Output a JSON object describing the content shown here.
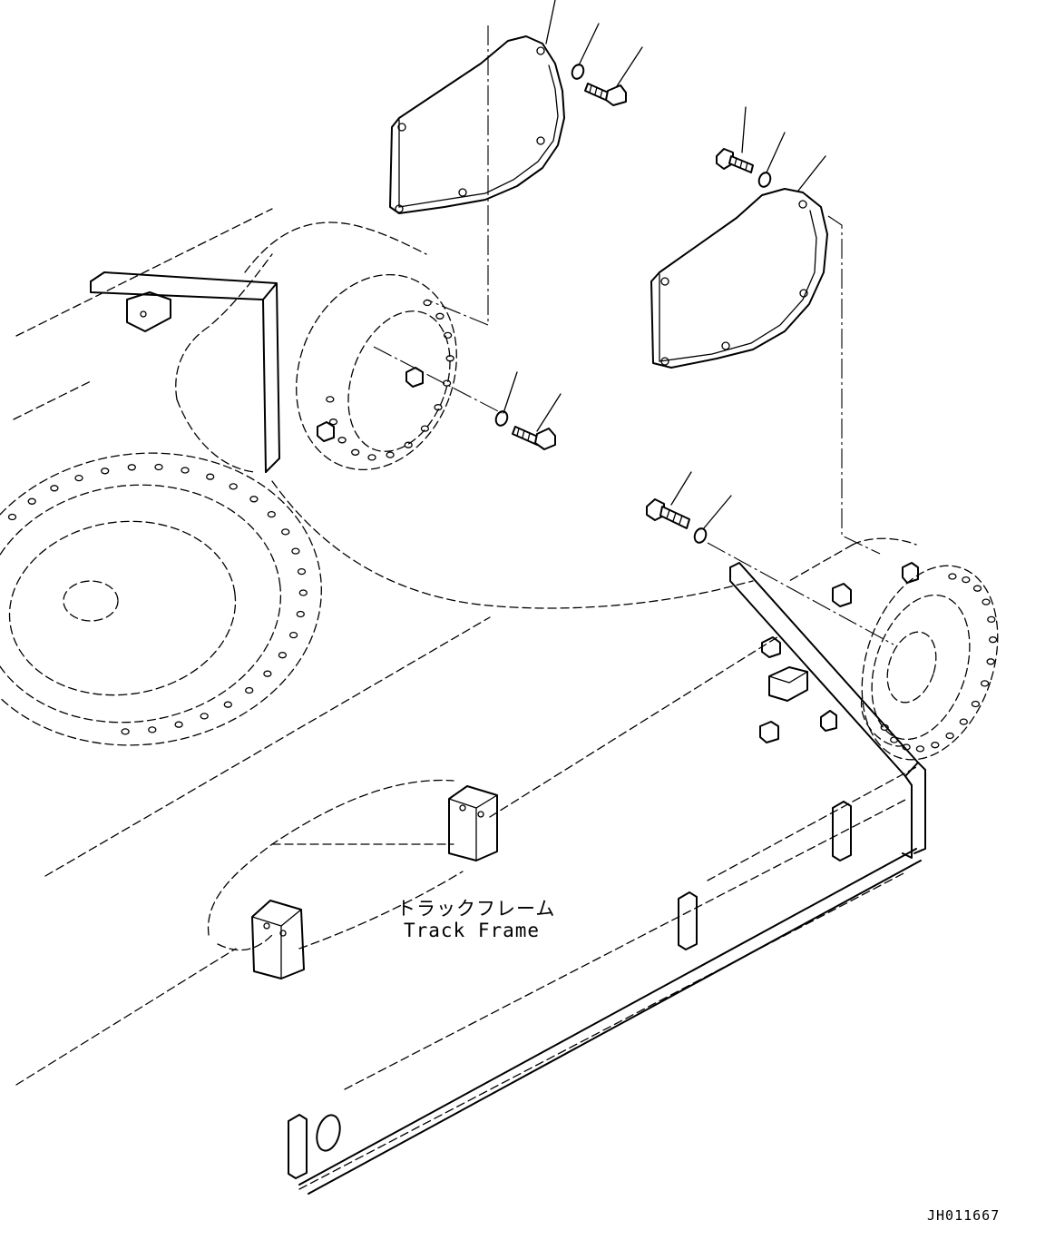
{
  "labels": {
    "frame_name_jp": "トラックフレーム",
    "frame_name_en": "Track Frame",
    "drawing_code": "JH011667"
  },
  "colors": {
    "line": "#000000",
    "background": "#ffffff"
  }
}
